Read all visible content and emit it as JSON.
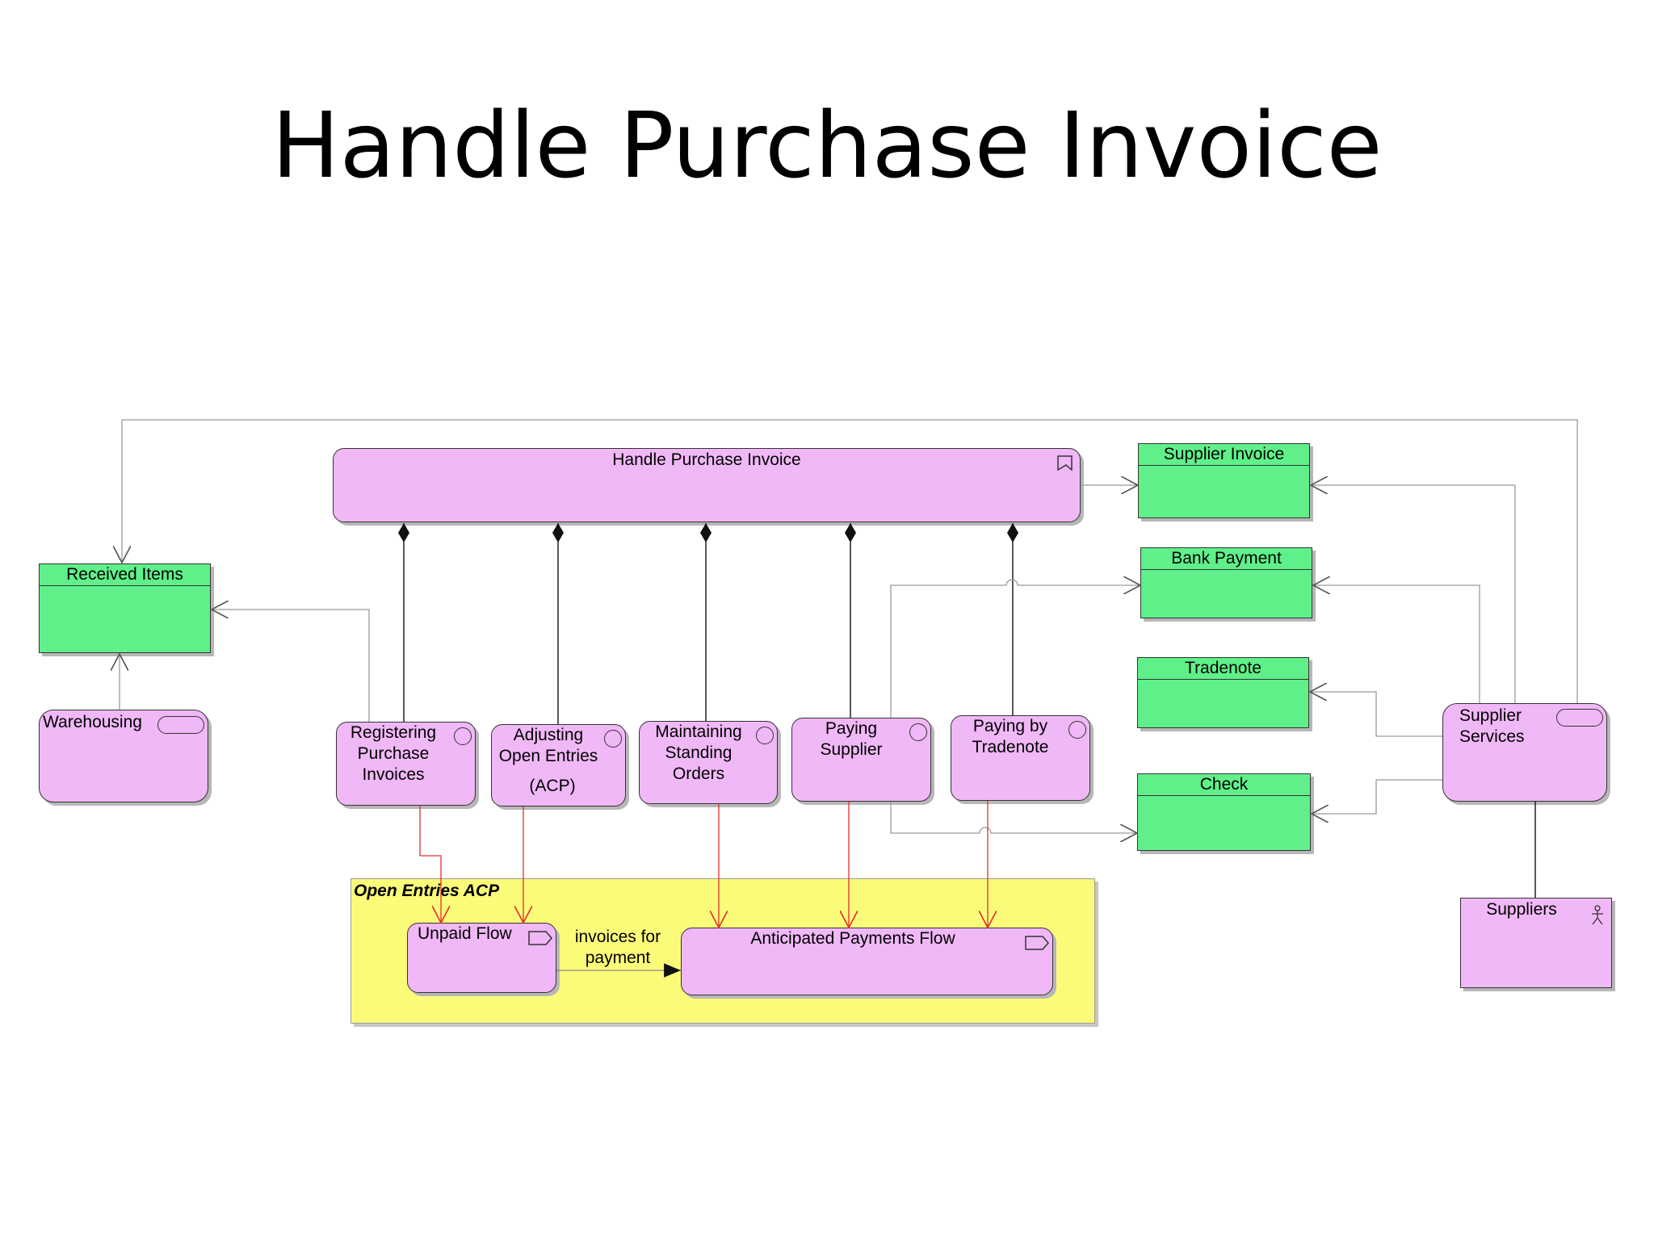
{
  "title": "Handle Purchase Invoice",
  "colors": {
    "process": "#f0b8f6",
    "object": "#5ff08a",
    "group": "#fbfb7a",
    "flow": "#e53030"
  },
  "main_process": {
    "label": "Handle Purchase Invoice",
    "icon": "process-icon"
  },
  "objects": {
    "received_items": "Received Items",
    "supplier_invoice": "Supplier Invoice",
    "bank_payment": "Bank Payment",
    "tradenote": "Tradenote",
    "check": "Check"
  },
  "services": {
    "warehousing": "Warehousing",
    "supplier_services": "Supplier\nServices"
  },
  "functions": {
    "registering": "Registering\nPurchase\nInvoices",
    "adjusting_a": "Adjusting\nOpen Entries",
    "adjusting_b": "(ACP)",
    "maintaining": "Maintaining\nStanding\nOrders",
    "paying_supplier": "Paying\nSupplier",
    "paying_tradenote": "Paying by\nTradenote"
  },
  "actor": {
    "label": "Suppliers",
    "icon": "actor-icon"
  },
  "group": {
    "label": "Open Entries ACP",
    "unpaid_flow": "Unpaid Flow",
    "anticipated_flow": "Anticipated Payments Flow",
    "flow_label": "invoices for\npayment"
  }
}
